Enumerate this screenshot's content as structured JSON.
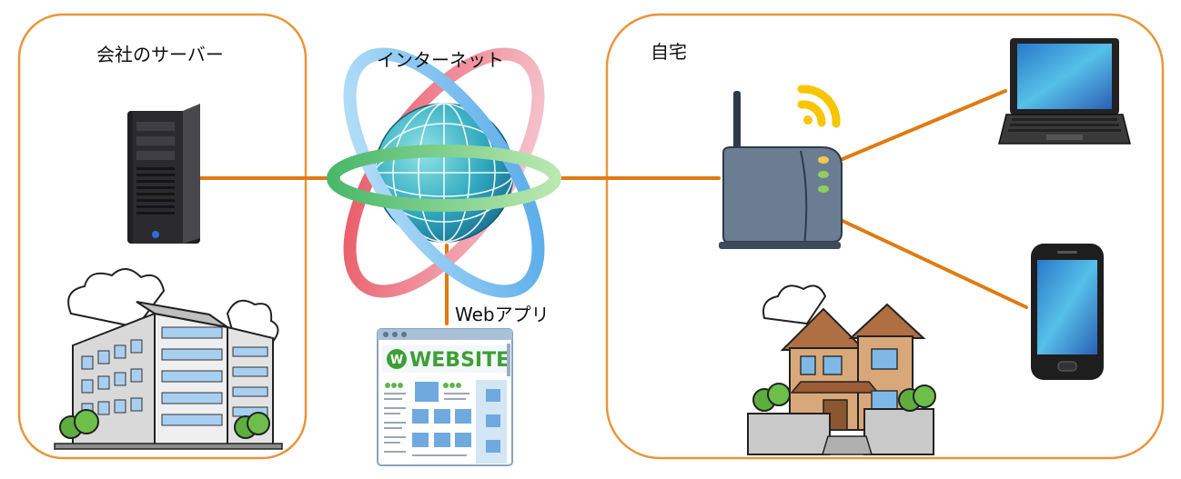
{
  "labels": {
    "company_server": "会社のサーバー",
    "internet": "インターネット",
    "home": "自宅",
    "web_app": "Webアプリ",
    "website_title": "WEBSITE",
    "website_logo_letter": "W"
  },
  "colors": {
    "frame_orange": "#E8963A",
    "link_orange": "#E07B10",
    "router_body": "#6A7D93",
    "wifi_yellow": "#F7C600",
    "globe_teal": "#3FB6C8",
    "website_green": "#3E9F34",
    "house_wall": "#D9A87A"
  },
  "icons": {
    "server": "server-tower-icon",
    "office": "office-building-icon",
    "internet": "globe-network-icon",
    "website": "website-window-icon",
    "router": "wifi-router-icon",
    "laptop": "laptop-icon",
    "smartphone": "smartphone-icon",
    "house": "house-icon"
  }
}
